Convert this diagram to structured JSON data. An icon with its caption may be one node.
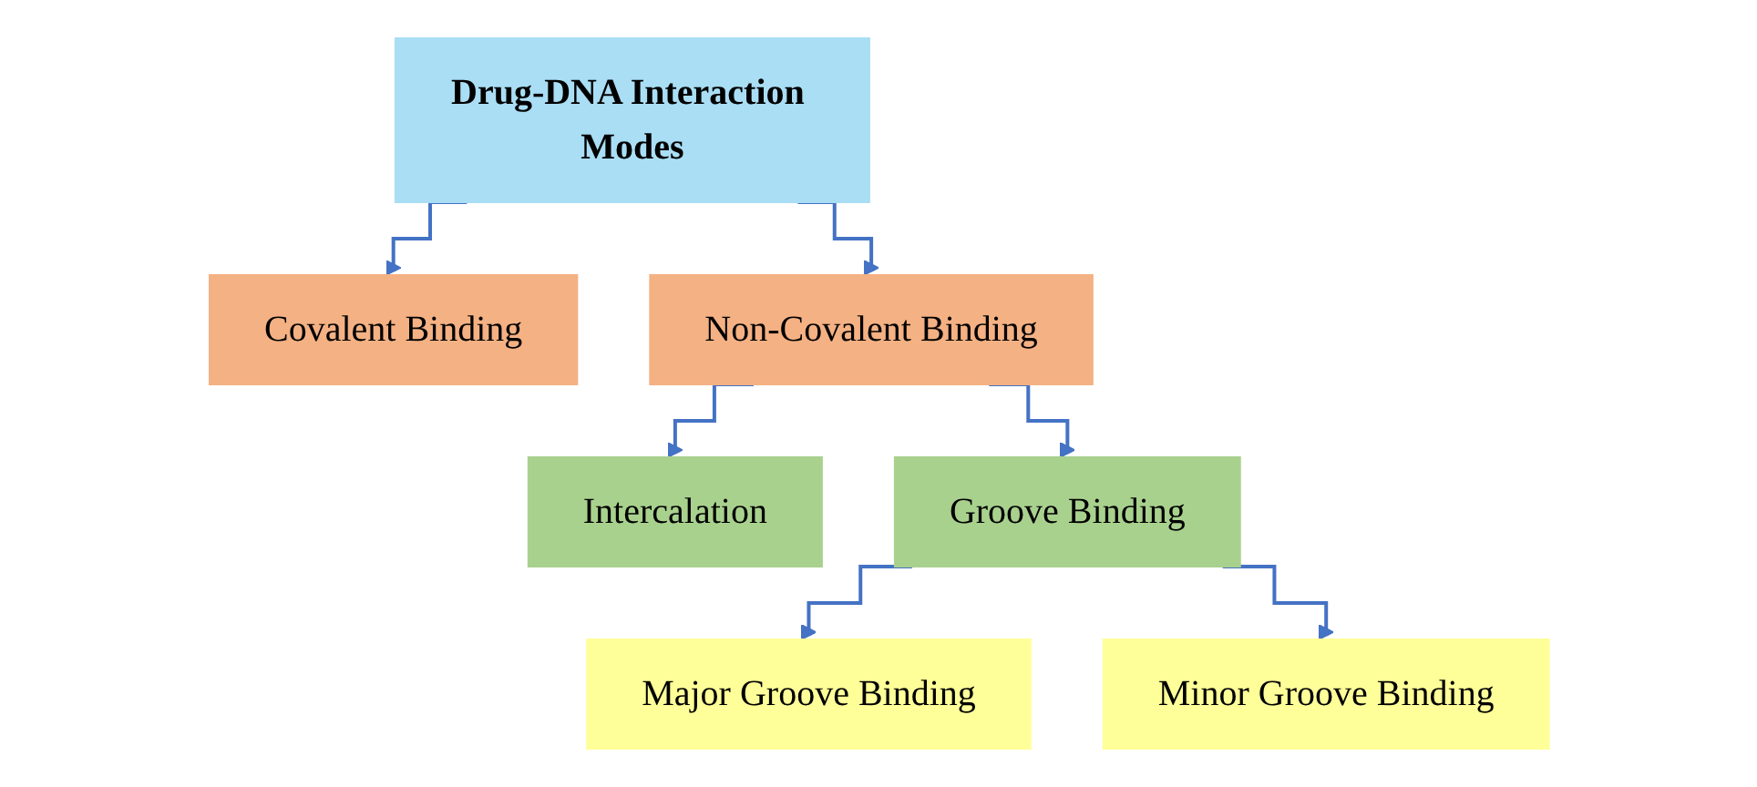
{
  "diagram": {
    "nodes": [
      {
        "text": [
          "Drug-DNA Interaction Modes"
        ]
      },
      {
        "text": [
          "Covalent Binding"
        ]
      },
      {
        "text": [
          "Non-Covalent Binding"
        ]
      },
      {
        "text": [
          "Intercalation"
        ]
      },
      {
        "text": [
          "Groove Binding"
        ]
      },
      {
        "text": [
          "Major Groove Binding"
        ]
      },
      {
        "text": [
          "Minor Groove Binding"
        ]
      }
    ],
    "edges": [
      {
        "from": 0,
        "to": 1,
        "arrow": "to"
      },
      {
        "from": 0,
        "to": 2,
        "arrow": "to"
      },
      {
        "from": 2,
        "to": 3,
        "arrow": "to"
      },
      {
        "from": 2,
        "to": 4,
        "arrow": "to"
      },
      {
        "from": 4,
        "to": 5,
        "arrow": "to"
      },
      {
        "from": 4,
        "to": 6,
        "arrow": "to"
      }
    ]
  }
}
